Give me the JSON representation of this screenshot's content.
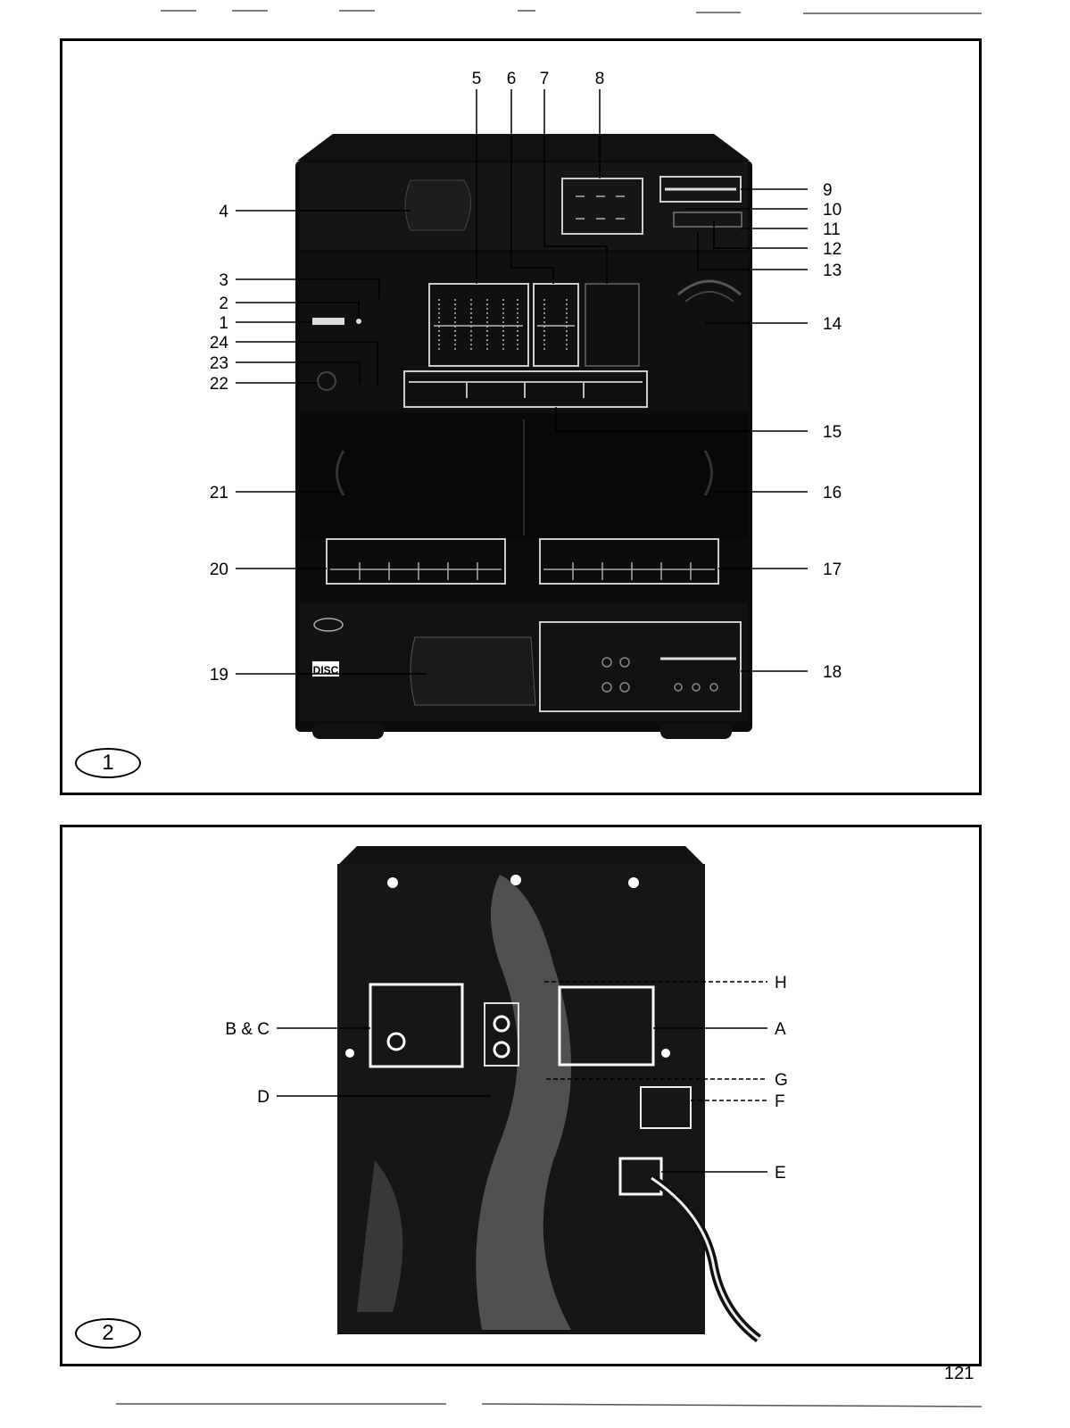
{
  "figure1": {
    "badge": "1",
    "callouts": [
      "1",
      "2",
      "3",
      "4",
      "5",
      "6",
      "7",
      "8",
      "9",
      "10",
      "11",
      "12",
      "13",
      "14",
      "15",
      "16",
      "17",
      "18",
      "19",
      "20",
      "21",
      "22",
      "23",
      "24"
    ],
    "device_marking": "DISC"
  },
  "figure2": {
    "badge": "2",
    "callouts": [
      "A",
      "B & C",
      "D",
      "E",
      "F",
      "G",
      "H"
    ]
  },
  "page_number": "121"
}
